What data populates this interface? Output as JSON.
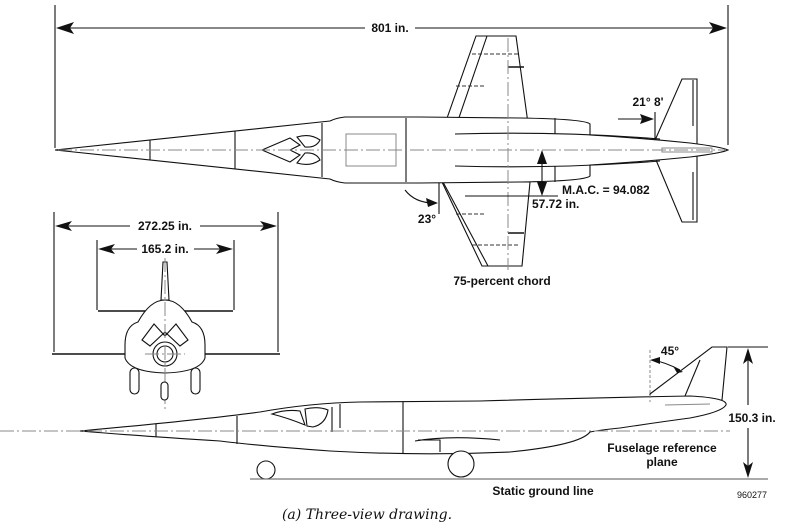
{
  "figure": {
    "caption": "(a) Three-view drawing.",
    "figure_id": "960277"
  },
  "top_view": {
    "overall_length": "801 in.",
    "tail_sweep": "21° 8'",
    "wing_sweep": "23°",
    "mac": "M.A.C. = 94.082",
    "mac_offset": "57.72 in.",
    "chord_label": "75-percent chord"
  },
  "front_view": {
    "span_outer": "272.25 in.",
    "span_inner": "165.2 in."
  },
  "side_view": {
    "tail_angle": "45°",
    "height": "150.3 in.",
    "fuselage_ref_line1": "Fuselage reference",
    "fuselage_ref_line2": "plane",
    "ground_line": "Static ground line"
  }
}
